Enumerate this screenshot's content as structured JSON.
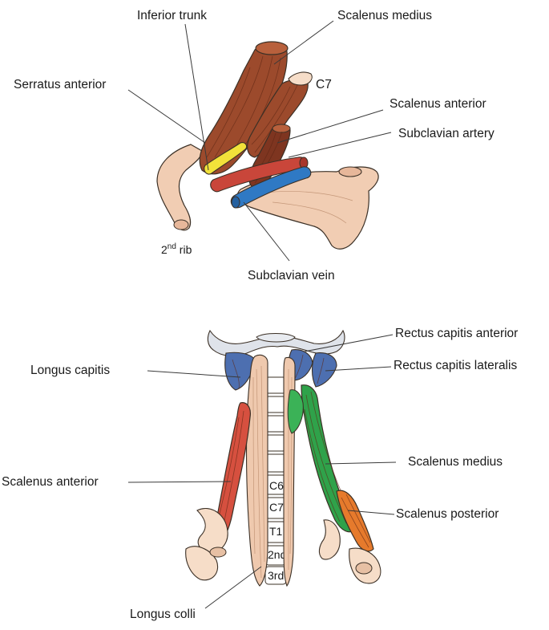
{
  "top_figure": {
    "labels": {
      "inferior_trunk": "Inferior trunk",
      "scalenus_medius": "Scalenus medius",
      "serratus_anterior": "Serratus anterior",
      "c7": "C7",
      "scalenus_anterior": "Scalenus anterior",
      "subclavian_artery": "Subclavian artery",
      "rib_number": "2",
      "rib_superscript": "nd",
      "rib_word": " rib",
      "subclavian_vein": "Subclavian vein"
    }
  },
  "bottom_figure": {
    "labels": {
      "rectus_capitis_anterior": "Rectus capitis anterior",
      "longus_capitis": "Longus capitis",
      "rectus_capitis_lateralis": "Rectus capitis lateralis",
      "scalenus_medius": "Scalenus medius",
      "scalenus_anterior": "Scalenus anterior",
      "scalenus_posterior": "Scalenus posterior",
      "longus_colli": "Longus colli"
    },
    "vertebra_marks": [
      "C6",
      "C7",
      "T1",
      "2nd",
      "3rd"
    ]
  },
  "colors": {
    "bone": "#f1cdb3",
    "muscle_brown": "#9c4a2c",
    "nerve_yellow": "#f2e23a",
    "artery_red": "#c9463a",
    "vein_blue": "#2f79c4",
    "rectus_blue": "#4d6fb0",
    "scalenus_anterior_red": "#d6503f",
    "scalenus_medius_green": "#2fa24a",
    "scalenus_posterior_orange": "#e67a2c",
    "longus_tan": "#efc9ae"
  }
}
